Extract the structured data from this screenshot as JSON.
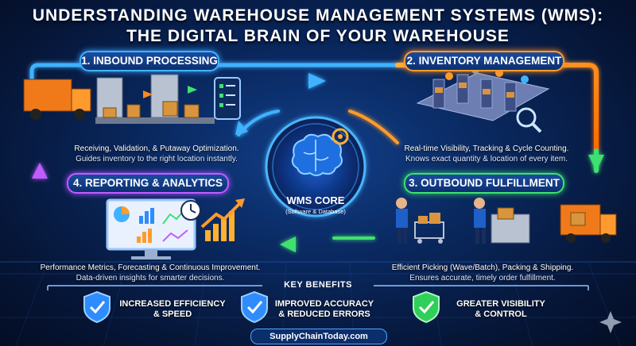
{
  "title_line1": "UNDERSTANDING WAREHOUSE MANAGEMENT SYSTEMS (WMS):",
  "title_line2": "THE DIGITAL BRAIN OF YOUR WAREHOUSE",
  "sections": {
    "inbound": {
      "label": "1. INBOUND PROCESSING",
      "desc1": "Receiving, Validation, & Putaway Optimization.",
      "desc2": "Guides inventory to the right location instantly."
    },
    "inventory": {
      "label": "2. INVENTORY MANAGEMENT",
      "desc1": "Real-time Visibility, Tracking & Cycle Counting.",
      "desc2": "Knows exact quantity & location of every item."
    },
    "outbound": {
      "label": "3. OUTBOUND FULFILLMENT",
      "desc1": "Efficient Picking (Wave/Batch), Packing & Shipping.",
      "desc2": "Ensures accurate, timely order fulfillment."
    },
    "reporting": {
      "label": "4. REPORTING & ANALYTICS",
      "desc1": "Performance Metrics, Forecasting & Continuous Improvement.",
      "desc2": "Data-driven insights for smarter decisions."
    }
  },
  "core": {
    "label": "WMS CORE",
    "sub": "(Software & Database)"
  },
  "key_benefits": {
    "heading": "KEY BENEFITS",
    "items": [
      {
        "line1": "INCREASED EFFICIENCY",
        "line2": "& SPEED",
        "color": "#2f8cff"
      },
      {
        "line1": "IMPROVED ACCURACY",
        "line2": "& REDUCED ERRORS",
        "color": "#2f8cff"
      },
      {
        "line1": "GREATER VISIBILITY",
        "line2": "& CONTROL",
        "color": "#2fcf5a"
      }
    ]
  },
  "footer": "SupplyChainToday.com",
  "colors": {
    "blue": "#3fb2ff",
    "orange": "#ff9b2c",
    "green": "#3fe070",
    "purple": "#c15cff"
  }
}
